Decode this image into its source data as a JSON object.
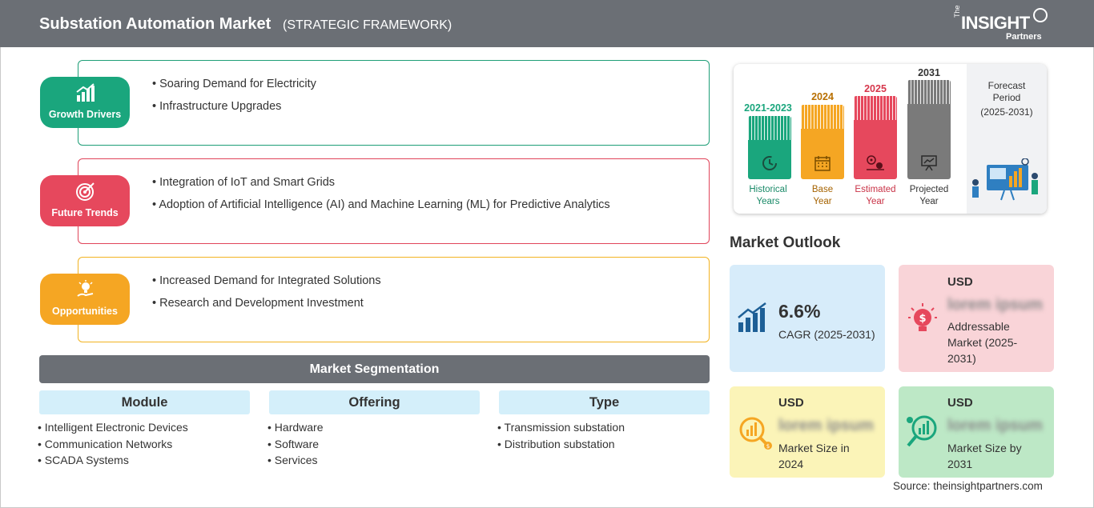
{
  "header": {
    "title": "Substation Automation Market",
    "subtitle": "(STRATEGIC FRAMEWORK)",
    "logo_the": "The",
    "logo_main": "INSIGHT",
    "logo_sub": "Partners"
  },
  "colors": {
    "green": "#1aa67d",
    "red": "#e6485d",
    "orange": "#f5a623",
    "gray": "#6b6f75",
    "light_blue": "#d4effa"
  },
  "framework": [
    {
      "label": "Growth Drivers",
      "icon": "growth-chart-icon",
      "items": [
        "Soaring Demand for Electricity",
        "Infrastructure Upgrades"
      ]
    },
    {
      "label": "Future Trends",
      "icon": "target-icon",
      "items": [
        "Integration of IoT and Smart Grids",
        "Adoption of Artificial Intelligence (AI) and Machine Learning (ML) for Predictive Analytics"
      ]
    },
    {
      "label": "Opportunities",
      "icon": "lightbulb-hand-icon",
      "items": [
        "Increased Demand for Integrated Solutions",
        "Research and Development Investment"
      ]
    }
  ],
  "segmentation": {
    "title": "Market Segmentation",
    "columns": [
      {
        "head": "Module",
        "items": [
          "Intelligent Electronic Devices",
          "Communication Networks",
          "SCADA Systems"
        ]
      },
      {
        "head": "Offering",
        "items": [
          "Hardware",
          "Software",
          "Services"
        ]
      },
      {
        "head": "Type",
        "items": [
          "Transmission substation",
          "Distribution substation"
        ]
      }
    ]
  },
  "timeline": {
    "periods": [
      {
        "year": "2021-2023",
        "caption_1": "Historical",
        "caption_2": "Years",
        "color": "#1aa67d",
        "icon": "history-icon"
      },
      {
        "year": "2024",
        "caption_1": "Base",
        "caption_2": "Year",
        "color": "#f5a623",
        "icon": "calendar-icon"
      },
      {
        "year": "2025",
        "caption_1": "Estimated",
        "caption_2": "Year",
        "color": "#e6485d",
        "icon": "gears-icon"
      },
      {
        "year": "2031",
        "caption_1": "Projected",
        "caption_2": "Year",
        "color": "#7a7a7a",
        "icon": "presentation-icon"
      }
    ],
    "forecast_1": "Forecast",
    "forecast_2": "Period",
    "forecast_3": "(2025-2031)"
  },
  "outlook": {
    "title": "Market Outlook",
    "cagr_value": "6.6%",
    "cagr_label": "CAGR (2025-2031)",
    "usd": "USD",
    "placeholder": "lorem ipsum",
    "addressable_1": "Addressable",
    "addressable_2": "Market (2025-",
    "addressable_3": "2031)",
    "size2024_1": "Market Size in",
    "size2024_2": "2024",
    "size2031_1": "Market Size by",
    "size2031_2": "2031"
  },
  "source": "Source: theinsightpartners.com"
}
